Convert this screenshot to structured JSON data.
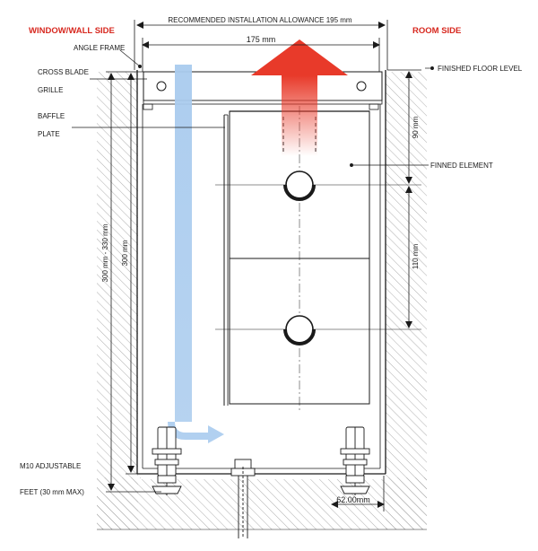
{
  "headings": {
    "window_side": "WINDOW/WALL SIDE",
    "room_side": "ROOM SIDE",
    "accent": "#d7281f"
  },
  "dimensions": {
    "allowance": "RECOMMENDED INSTALLATION ALLOWANCE 195 mm",
    "width": "175 mm",
    "top_section": "90 mm",
    "pipe_spacing": "110 mm",
    "height_range": "300 mm - 330 mm",
    "height": "300 mm",
    "feet_offset": "62.00mm"
  },
  "labels": {
    "angle_frame": "ANGLE FRAME",
    "cross_blade": "CROSS BLADE",
    "grille": "GRILLE",
    "baffle": "BAFFLE",
    "plate": "PLATE",
    "finished_floor": "FINISHED FLOOR LEVEL",
    "finned_element": "FINNED ELEMENT",
    "m10_feet": "M10 ADJUSTABLE",
    "feet_max": "FEET (30 mm MAX)"
  },
  "colors": {
    "hot_air": "#e83a2a",
    "cold_air": "#9cc3ea",
    "hatch": "#8a8a8a",
    "line": "#1a1a1a"
  }
}
